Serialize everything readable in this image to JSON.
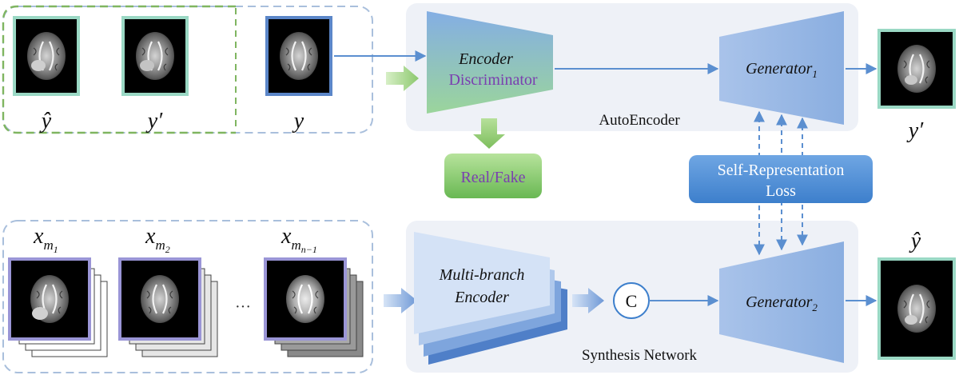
{
  "input_group_top": {
    "labels": [
      "ŷ",
      "y′",
      "y"
    ]
  },
  "encoder_discriminator": {
    "line1": "Encoder",
    "line2": "Discriminator"
  },
  "real_fake": {
    "label": "Real/Fake"
  },
  "autoencoder": {
    "label": "AutoEncoder"
  },
  "generator1": {
    "name": "Generator",
    "sub": "1"
  },
  "output_top": {
    "label": "y′"
  },
  "self_rep_loss": {
    "line1": "Self-Representation",
    "line2": "Loss"
  },
  "input_group_bottom": {
    "labels": [
      {
        "base": "x",
        "sub": "m",
        "subsub": "1"
      },
      {
        "base": "x",
        "sub": "m",
        "subsub": "2"
      },
      {
        "base": "x",
        "sub": "m",
        "subsub": "n−1"
      }
    ],
    "ellipsis": "···"
  },
  "multi_branch_encoder": {
    "line1": "Multi-branch",
    "line2": "Encoder"
  },
  "concat": {
    "label": "C"
  },
  "synthesis_network": {
    "label": "Synthesis Network"
  },
  "generator2": {
    "name": "Generator",
    "sub": "2"
  },
  "output_bottom": {
    "label": "ŷ"
  },
  "colors": {
    "green_dash": "#7fb560",
    "blue_dash": "#a9bfdc",
    "teal_border": "#9ad8c4",
    "blue_border": "#5b86c8",
    "purple_border": "#9a95d6",
    "arrow": "#5b8fd0",
    "purple_text": "#7a3fb0"
  }
}
